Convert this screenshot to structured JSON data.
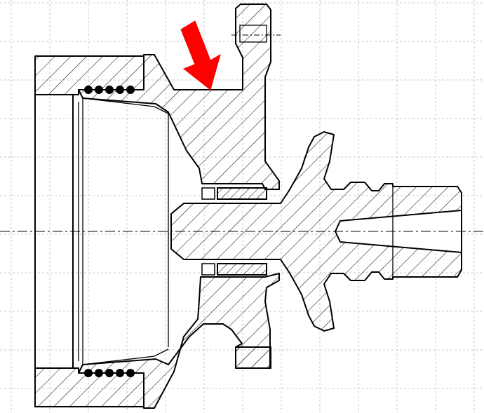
{
  "drawing": {
    "kind": "cross-section technical drawing",
    "colors": {
      "background": "#ffffff",
      "grid": "#c8c8c8",
      "outline": "#000000",
      "hatch": "#000000",
      "arrow": "#ff0000",
      "seal_ball": "#000000"
    },
    "grid": true,
    "centerline": "dash-dot",
    "annotation_arrow": {
      "icon": "arrow-down-right-icon",
      "color": "#ff0000"
    },
    "seal_balls_per_row": 5,
    "seal_ball_rows": 2
  }
}
